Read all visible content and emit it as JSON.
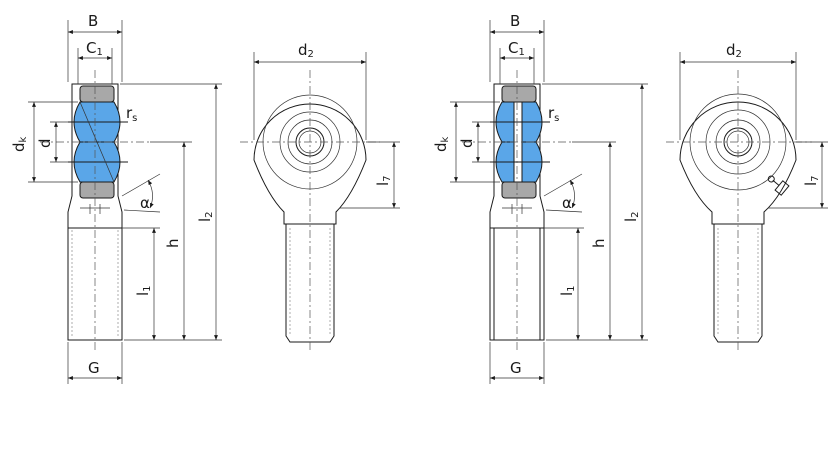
{
  "labels": {
    "B": "B",
    "C": "C",
    "C_sub": "1",
    "d2": "d",
    "d2_sub": "2",
    "rs": "r",
    "rs_sub": "s",
    "dk": "d",
    "dk_sub": "k",
    "d": "d",
    "alpha": "α",
    "l7": "l",
    "l7_sub": "7",
    "l2": "l",
    "l2_sub": "2",
    "h": "h",
    "l1": "l",
    "l1_sub": "1",
    "G": "G"
  },
  "colors": {
    "insert": "#5aa6e8",
    "seal": "#a8a8a8",
    "line": "#1a1a1a"
  }
}
